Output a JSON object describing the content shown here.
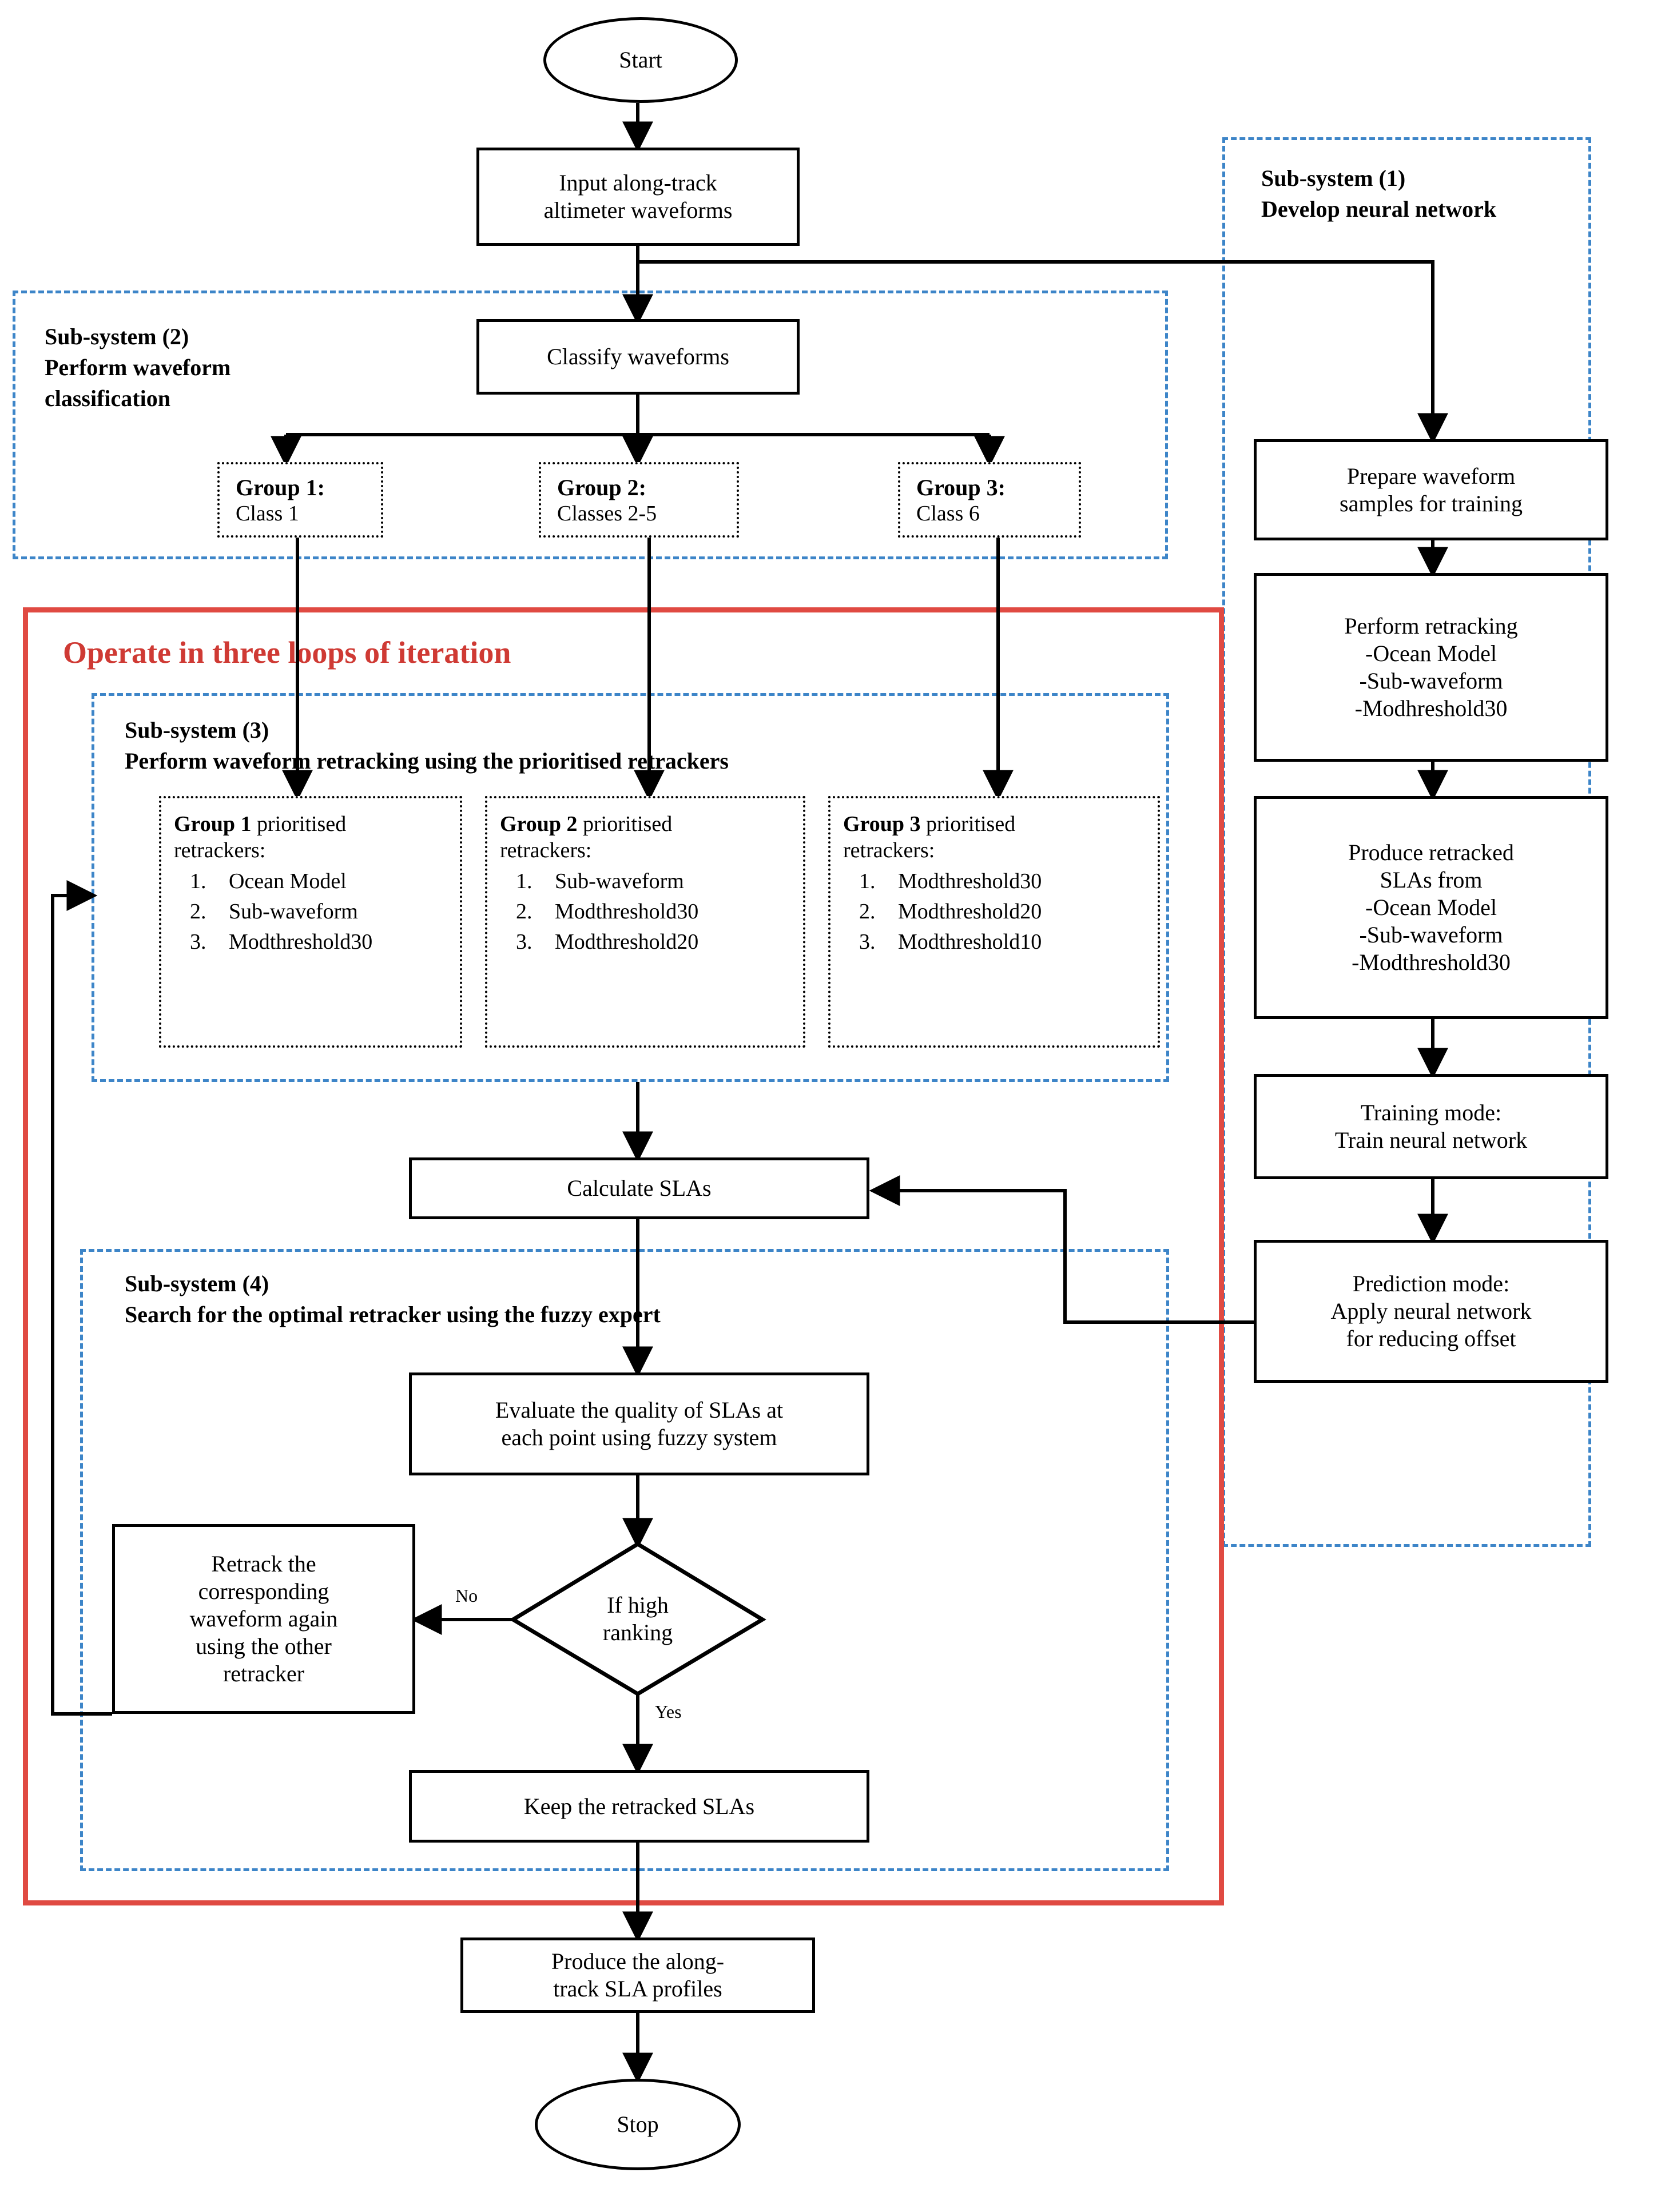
{
  "diagram": {
    "title": "Along-track altimeter waveform retracking workflow",
    "accent_blue": "#3d85c8",
    "accent_red": "#e04a42",
    "red_text": "#cf3a34"
  },
  "red_loop": {
    "label": "Operate in three loops of iteration"
  },
  "subsystems": {
    "s1": {
      "line1": "Sub-system (1)",
      "line2": "Develop neural network"
    },
    "s2": {
      "line1": "Sub-system (2)",
      "line2": "Perform waveform",
      "line3": "classification"
    },
    "s3": {
      "line1": "Sub-system (3)",
      "line2": "Perform waveform retracking using the prioritised retrackers"
    },
    "s4": {
      "line1": "Sub-system (4)",
      "line2": "Search for the optimal retracker using the fuzzy expert"
    }
  },
  "nodes": {
    "start": "Start",
    "input": "Input along-track\naltimeter waveforms",
    "classify": "Classify waveforms",
    "group1_class": "Group 1:\nClass 1",
    "group1_title": "Group 1:",
    "group1_body": "Class 1",
    "group2_title": "Group 2:",
    "group2_body": "Classes 2-5",
    "group3_title": "Group 3:",
    "group3_body": "Class 6",
    "prepare": "Prepare waveform\nsamples for training",
    "perform_retracking": "Perform retracking\n-Ocean Model\n-Sub-waveform\n-Modhreshold30",
    "produce_slas": "Produce retracked\nSLAs from\n-Ocean Model\n-Sub-waveform\n-Modthreshold30",
    "training_mode": "Training mode:\nTrain neural network",
    "prediction_mode": "Prediction mode:\nApply neural network\nfor reducing offset",
    "calculate_slas": "Calculate SLAs",
    "evaluate": "Evaluate the quality of SLAs at\neach point using fuzzy system",
    "decision": "If high\nranking",
    "retrack_again": "Retrack the\ncorresponding\nwaveform again\nusing the other\nretracker",
    "keep_slas": "Keep the retracked SLAs",
    "produce_profiles": "Produce the along-\ntrack SLA profiles",
    "stop": "Stop"
  },
  "retracker_groups": [
    {
      "bold": "Group 1",
      "rest": " prioritised",
      "line2": "retrackers:",
      "items": [
        "Ocean Model",
        "Sub-waveform",
        "Modthreshold30"
      ]
    },
    {
      "bold": "Group 2",
      "rest": " prioritised",
      "line2": "retrackers:",
      "items": [
        "Sub-waveform",
        "Modthreshold30",
        "Modthreshold20"
      ]
    },
    {
      "bold": "Group 3",
      "rest": " prioritised",
      "line2": "retrackers:",
      "items": [
        "Modthreshold30",
        "Modthreshold20",
        "Modthreshold10"
      ]
    }
  ],
  "edge_labels": {
    "no": "No",
    "yes": "Yes"
  }
}
